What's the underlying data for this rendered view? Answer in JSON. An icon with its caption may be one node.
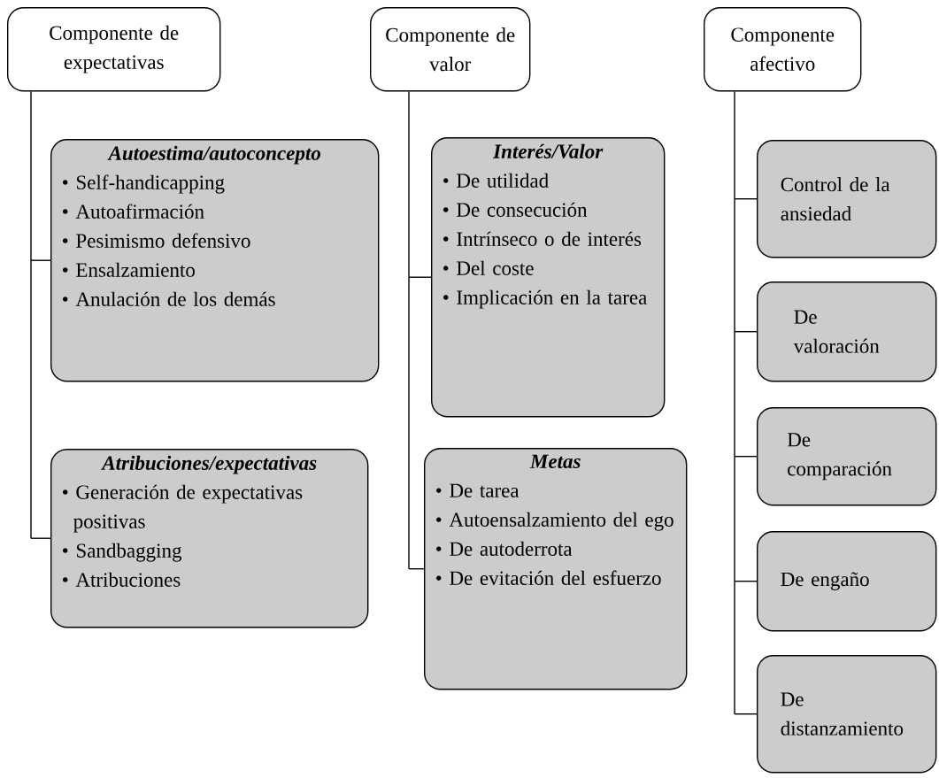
{
  "diagram": {
    "nodes": [
      {
        "text": [
          "Componente de expectativas"
        ]
      },
      {
        "text": [
          "Autoestima/autoconcepto",
          "• Self-handicapping",
          "• Autoafirmación",
          "• Pesimismo defensivo",
          "• Ensalzamiento",
          "• Anulación de los demás"
        ]
      },
      {
        "text": [
          "Atribuciones/expectativas",
          "• Generación de expectativas positivas",
          "• Sandbagging",
          "• Atribuciones"
        ]
      },
      {
        "text": [
          "Componente de valor"
        ]
      },
      {
        "text": [
          "Interés/Valor",
          "• De utilidad",
          "• De consecución",
          "• Intrínseco o de interés",
          "• Del coste",
          "• Implicación en la tarea"
        ]
      },
      {
        "text": [
          "Metas",
          "• De tarea",
          "• Autoensalzamiento del ego",
          "• De autoderrota",
          "• De evitación del esfuerzo"
        ]
      },
      {
        "text": [
          "Componente afectivo"
        ]
      },
      {
        "text": [
          "Control de la ansiedad"
        ]
      },
      {
        "text": [
          "De valoración"
        ]
      },
      {
        "text": [
          "De comparación"
        ]
      },
      {
        "text": [
          "De engaño"
        ]
      },
      {
        "text": [
          "De distanzamiento"
        ]
      }
    ],
    "edges": [
      {
        "from": 0,
        "to": 1,
        "arrow": "none"
      },
      {
        "from": 0,
        "to": 2,
        "arrow": "none"
      },
      {
        "from": 3,
        "to": 4,
        "arrow": "none"
      },
      {
        "from": 3,
        "to": 5,
        "arrow": "none"
      },
      {
        "from": 6,
        "to": 7,
        "arrow": "none"
      },
      {
        "from": 6,
        "to": 8,
        "arrow": "none"
      },
      {
        "from": 6,
        "to": 9,
        "arrow": "none"
      },
      {
        "from": 6,
        "to": 10,
        "arrow": "none"
      },
      {
        "from": 6,
        "to": 11,
        "arrow": "none"
      }
    ]
  }
}
